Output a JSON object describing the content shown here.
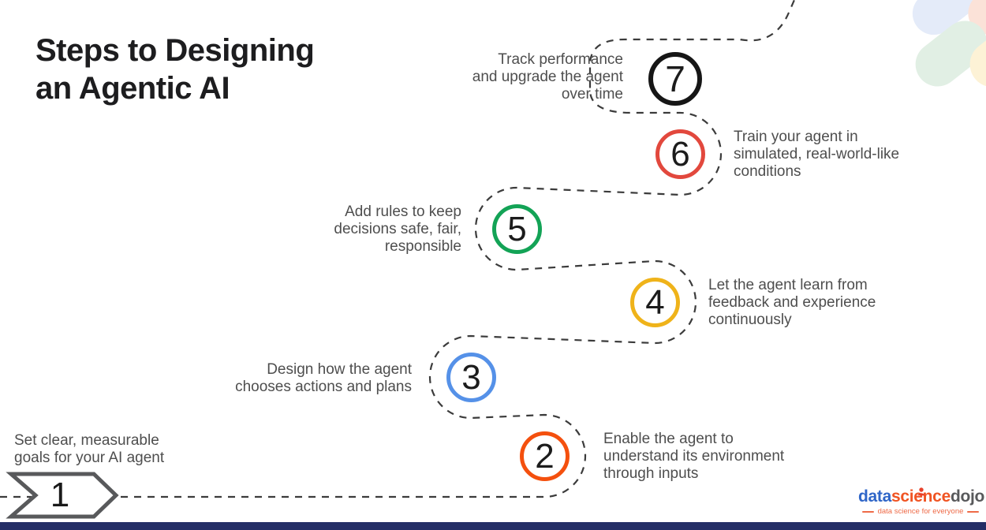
{
  "title": {
    "lines": [
      "Steps to Designing",
      "an Agentic AI"
    ]
  },
  "steps": [
    {
      "number": "1",
      "color": "#58595b",
      "lines": [
        "Set clear, measurable",
        "goals for your AI agent"
      ]
    },
    {
      "number": "2",
      "color": "#f4500e",
      "lines": [
        "Enable the agent to",
        "understand its environment",
        "through inputs"
      ]
    },
    {
      "number": "3",
      "color": "#5591e8",
      "lines": [
        "Design how the agent",
        "chooses actions and plans"
      ]
    },
    {
      "number": "4",
      "color": "#efb31a",
      "lines": [
        "Let the agent learn from",
        "feedback and experience",
        "continuously"
      ]
    },
    {
      "number": "5",
      "color": "#13a356",
      "lines": [
        "Add rules to keep",
        "decisions safe, fair,",
        "responsible"
      ]
    },
    {
      "number": "6",
      "color": "#e2483d",
      "lines": [
        "Train your agent in",
        "simulated, real-world-like",
        "conditions"
      ]
    },
    {
      "number": "7",
      "color": "#161616",
      "lines": [
        "Track performance",
        "and upgrade the agent",
        "over time"
      ]
    }
  ],
  "logo": {
    "word_part1": "data",
    "word_part2": "science",
    "word_part3": "dojo",
    "tagline": "data science for everyone"
  },
  "decor": {
    "path_color": "#3b3b3b",
    "arrow_outline_color": "#58595b",
    "footer_bar_color": "#242e66",
    "petal_colors": {
      "blue": "#e4ebf9",
      "red": "#fbe2d8",
      "green": "#e1efe4",
      "yellow": "#fdf2d6"
    }
  }
}
